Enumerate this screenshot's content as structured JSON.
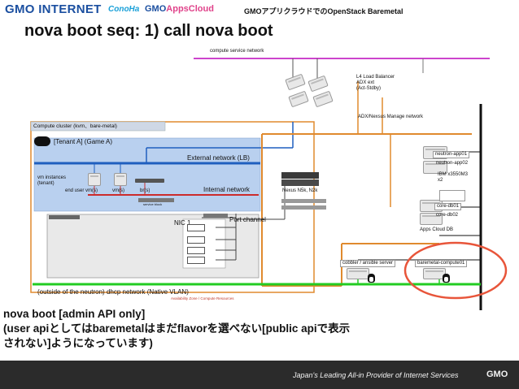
{
  "header": {
    "logo_gmo_internet": "GMO INTERNET",
    "logo_conoha": "ConoHa",
    "logo_gmo_appscloud_gmo": "GMO",
    "logo_gmo_appscloud_apps": "AppsCloud",
    "title": "GMOアプリクラウドでのOpenStack Baremetal"
  },
  "slide_title": "nova boot seq: 1) call nova boot",
  "diagram": {
    "compute_service_network": "compute service network",
    "lb_label": [
      "L4 Load Balancer",
      "ADX ext",
      "(Act-Stdby)"
    ],
    "adx_nexsus_manage_network": "ADX/Nexsus Manage network",
    "compute_cluster": "Compute cluster (kvm、bare-metal)",
    "tenant": "[Tenant A] (Game A)",
    "external_network": "External network (LB)",
    "vm_instances": [
      "vm instances",
      "(tenant)"
    ],
    "end_user_vm": "end user vm(s)",
    "vm_s": "vm(s)",
    "br_s": "br(s)",
    "internal_network": "Internal network",
    "service_block": "service block",
    "nic": "NIC 1",
    "port_channel": "Port channel",
    "nexus_switch": "Nexus N5k, N2k",
    "neutron_app01": "neutron-app01",
    "neutron_app02": "neutron-app02",
    "ibm_storage": [
      "IBM x3550M3",
      "x2"
    ],
    "core_db01": "core-db01",
    "core_db02": "core-db02",
    "apps_cloud_db": "Apps Cloud DB",
    "cobbler_ansible_server": "cobbler / ansible server",
    "baremetal_compute01": "baremetal-compute01",
    "dhcp_network": "(outside of the neutron) dhcp network (Native VLAN)",
    "availability_zone": "Availability Zone / Compute Resources"
  },
  "caption": {
    "line1": "nova boot [admin API only]",
    "line2": "(user apiとしてはbaremetalはまだflavorを選べない[public apiで表示",
    "line3": "されない]ようになっています)"
  },
  "footer": {
    "tagline": "Japan's Leading All-in Provider of Internet Services",
    "logo": "GMO"
  },
  "colors": {
    "compute_service_network": "#cc44cc",
    "external_network": "#1f5fbf",
    "internal_network": "#cc2b2b",
    "dhcp_network": "#22cc22",
    "manage_network": "#e08a2e",
    "highlight": "#e8553a"
  }
}
